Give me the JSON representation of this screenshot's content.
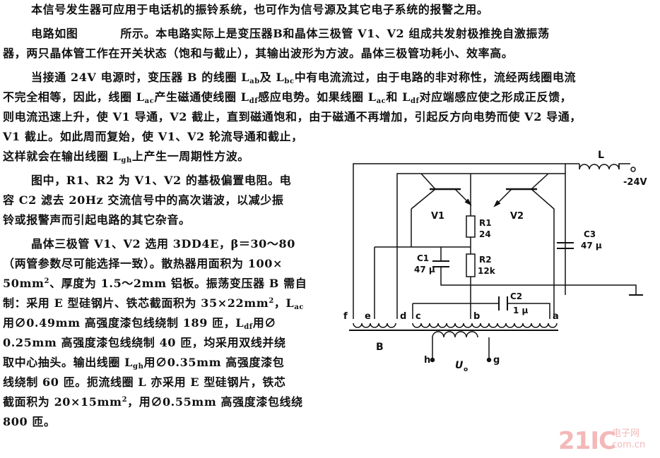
{
  "text": {
    "p1": "本信号发生器可应用于电话机的振铃系统，也可作为信号源及其它电子系统的报警之用。",
    "p2_a": "电路如图",
    "p2_b": "所示。本电路实际上是变压器B和晶体三极管 V1、V2 组成共发射极推挽自激振荡",
    "p2_c": "器，两只晶体管工作在开关状态（饱和与截止），其输出波形为方波。晶体三极管功耗小、效率高。",
    "p3_1a": "当接通 24V 电源时，变压器 B 的线圈 L",
    "p3_1s1": "ab",
    "p3_1b": "及 L",
    "p3_1s2": "bc",
    "p3_1c": "中有电流流过，由于电路的非对称性，流经两线圈电流",
    "p3_2a": "不完全相等，因此，线圈 L",
    "p3_2s1": "ac",
    "p3_2b": "产生磁通使线圈 L",
    "p3_2s2": "df",
    "p3_2c": "感应电势。如果线圈 L",
    "p3_2s3": "ac",
    "p3_2d": "和 L",
    "p3_2s4": "df",
    "p3_2e": "对应端感应使之形成正反馈，",
    "p3_3": "则电流迅速上升，使 V1 导通，V2 截止，直到磁通饱和，由于磁通不再增加，引起反方向电势而使 V2 导通，",
    "p3_4": "V1 截止。如此周而复始，使 V1、V2 轮流导通和截止，",
    "p3_5a": "这样就会在输出线圈 L",
    "p3_5s": "gh",
    "p3_5b": "上产生一周期性方波。",
    "p4_1": "图中，R1、R2 为 V1、V2 的基极偏置电阻。电",
    "p4_2": "容 C2 滤去 20Hz 交流信号中的高次谐波，以减少振",
    "p4_3": "铃或报警声而引起电路的其它杂音。",
    "p5_1": "晶体三极管 V1、V2 选用 3DD4E，β＝30～80",
    "p5_2": "（两管参数尽可能选择一致）。散热器用面积为 100×",
    "p5_3a": "50mm",
    "p5_3s": "2",
    "p5_3b": "、厚度为 1.5～2mm 铝板。振荡变压器 B 需自",
    "p5_4a": "制：采用 E 型硅钢片、铁芯截面积为 35×22mm",
    "p5_4s": "2",
    "p5_4b": "，L",
    "p5_4s2": "ac",
    "p5_5a": "用∅0.49mm 高强度漆包线绕制 189 匝，L",
    "p5_5s": "df",
    "p5_5b": "用∅",
    "p5_6": "0.25mm 高强度漆包线绕制 40 匝，均采用双线并绕",
    "p5_7a": "取中心抽头。输出线圈 L",
    "p5_7s": "gh",
    "p5_7b": "用∅0.35mm 高强度漆包",
    "p5_8": "线绕制 60 匝。扼流线圈 L 亦采用 E 型硅钢片，铁芯",
    "p5_9a": "截面积为 20×15mm",
    "p5_9s": "2",
    "p5_9b": "，用∅0.55mm 高强度漆包线绕",
    "p5_10": "800 匝。"
  },
  "circuit": {
    "L": "L",
    "supply": "-24V",
    "V1": "V1",
    "V2": "V2",
    "R1_name": "R1",
    "R1_value": "24",
    "R2_name": "R2",
    "R2_value": "12k",
    "C1_name": "C1",
    "C1_value": "47 μ",
    "C2_name": "C2",
    "C2_value": "1 μ",
    "C3_name": "C3",
    "C3_value": "47 μ",
    "terminals": [
      "f",
      "e",
      "d",
      "c",
      "b",
      "a"
    ],
    "B": "B",
    "h": "h",
    "g": "g",
    "Uo": "U",
    "Uo_sub": "o"
  },
  "watermark": {
    "main": "21IC",
    "line1": "电子网",
    "line2": "com.cn"
  },
  "colors": {
    "ink": "#111111",
    "watermark": "#f3b8b8"
  }
}
